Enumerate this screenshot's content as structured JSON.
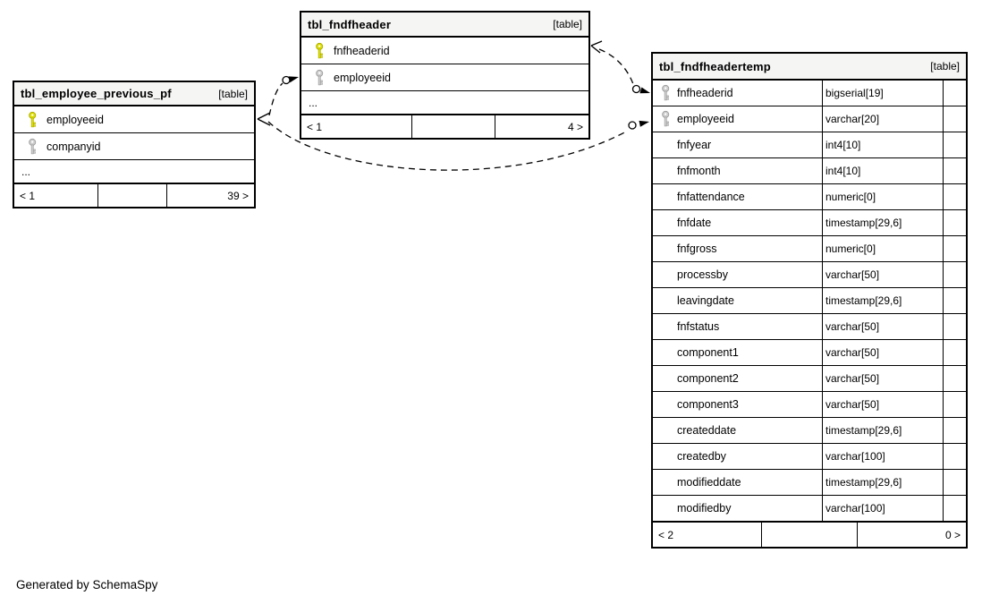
{
  "page": {
    "footer_note": "Generated by SchemaSpy"
  },
  "colors": {
    "primary_key": "#dddd00",
    "primary_key_stroke": "#a8a800",
    "foreign_key": "#cccccc",
    "foreign_key_stroke": "#999999",
    "header_bg": "#f5f5f4",
    "border": "#000000"
  },
  "tables": [
    {
      "id": "tbl_employee_previous_pf",
      "title": "tbl_employee_previous_pf",
      "badge": "[table]",
      "show_types": false,
      "columns": [
        {
          "name": "employeeid",
          "key": "primary"
        },
        {
          "name": "companyid",
          "key": "foreign"
        }
      ],
      "more_columns_label": "...",
      "footer": {
        "left": "< 1",
        "middle": "",
        "right": "39 >"
      }
    },
    {
      "id": "tbl_fndfheader",
      "title": "tbl_fndfheader",
      "badge": "[table]",
      "show_types": false,
      "columns": [
        {
          "name": "fnfheaderid",
          "key": "primary"
        },
        {
          "name": "employeeid",
          "key": "foreign"
        }
      ],
      "more_columns_label": "...",
      "footer": {
        "left": "< 1",
        "middle": "",
        "right": "4 >"
      }
    },
    {
      "id": "tbl_fndfheadertemp",
      "title": "tbl_fndfheadertemp",
      "badge": "[table]",
      "show_types": true,
      "columns": [
        {
          "name": "fnfheaderid",
          "type": "bigserial[19]",
          "key": "foreign"
        },
        {
          "name": "employeeid",
          "type": "varchar[20]",
          "key": "foreign"
        },
        {
          "name": "fnfyear",
          "type": "int4[10]"
        },
        {
          "name": "fnfmonth",
          "type": "int4[10]"
        },
        {
          "name": "fnfattendance",
          "type": "numeric[0]"
        },
        {
          "name": "fnfdate",
          "type": "timestamp[29,6]"
        },
        {
          "name": "fnfgross",
          "type": "numeric[0]"
        },
        {
          "name": "processby",
          "type": "varchar[50]"
        },
        {
          "name": "leavingdate",
          "type": "timestamp[29,6]"
        },
        {
          "name": "fnfstatus",
          "type": "varchar[50]"
        },
        {
          "name": "component1",
          "type": "varchar[50]"
        },
        {
          "name": "component2",
          "type": "varchar[50]"
        },
        {
          "name": "component3",
          "type": "varchar[50]"
        },
        {
          "name": "createddate",
          "type": "timestamp[29,6]"
        },
        {
          "name": "createdby",
          "type": "varchar[100]"
        },
        {
          "name": "modifieddate",
          "type": "timestamp[29,6]"
        },
        {
          "name": "modifiedby",
          "type": "varchar[100]"
        }
      ],
      "more_columns_label": "",
      "footer": {
        "left": "< 2",
        "middle": "",
        "right": "0 >"
      }
    }
  ],
  "relationships": [
    {
      "from_table": "tbl_fndfheader",
      "from_column": "employeeid",
      "to_table": "tbl_employee_previous_pf",
      "to_column": "employeeid",
      "style": "dashed"
    },
    {
      "from_table": "tbl_fndfheadertemp",
      "from_column": "fnfheaderid",
      "to_table": "tbl_fndfheader",
      "to_column": "fnfheaderid",
      "style": "dashed"
    },
    {
      "from_table": "tbl_fndfheadertemp",
      "from_column": "employeeid",
      "to_table": "tbl_employee_previous_pf",
      "to_column": "employeeid",
      "style": "dashed"
    }
  ]
}
